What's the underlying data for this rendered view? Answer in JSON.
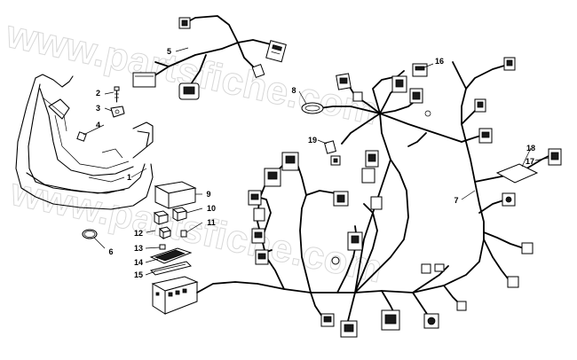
{
  "watermark": "www.partsfiche.com",
  "callouts": {
    "c1": "1",
    "c2": "2",
    "c3": "3",
    "c4": "4",
    "c5": "5",
    "c6": "6",
    "c7": "7",
    "c8": "8",
    "c9": "9",
    "c10": "10",
    "c11": "11",
    "c12": "12",
    "c13": "13",
    "c14": "14",
    "c15": "15",
    "c16": "16",
    "c17": "17",
    "c18": "18",
    "c19": "19"
  }
}
